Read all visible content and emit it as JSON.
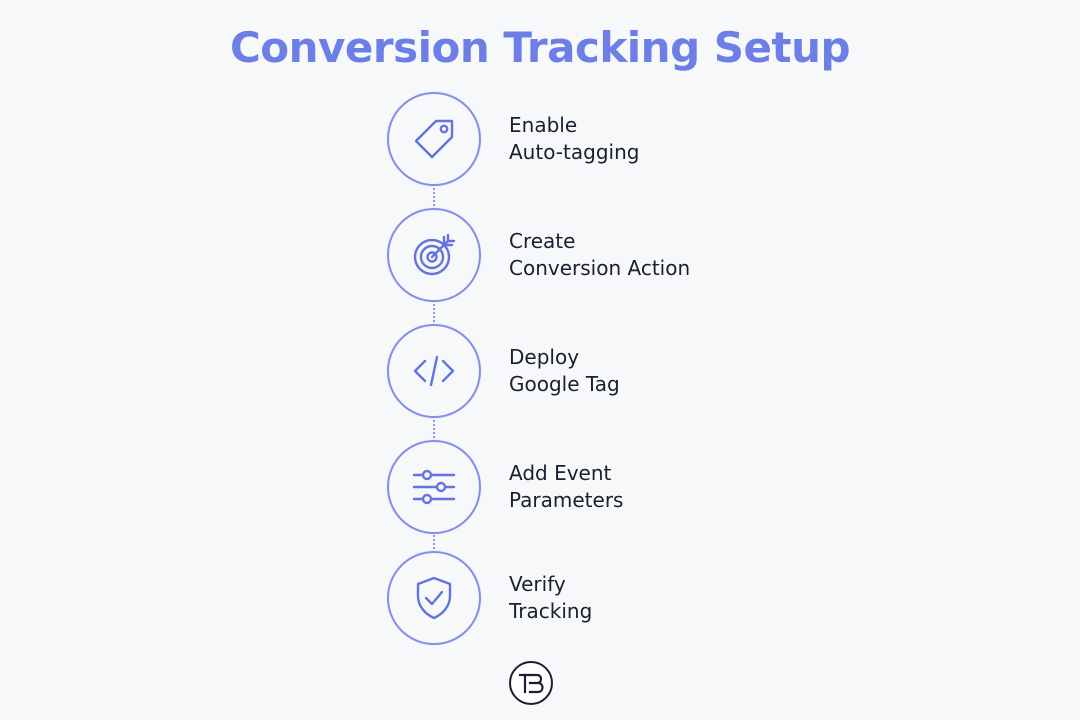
{
  "title": "Conversion Tracking Setup",
  "colors": {
    "accent": "#6373e0",
    "title": "#6d7fe6",
    "text": "#1b1f2e",
    "background": "#f7f8fa"
  },
  "steps": [
    {
      "icon": "tag-icon",
      "line1": "Enable",
      "line2": "Auto-tagging"
    },
    {
      "icon": "target-icon",
      "line1": "Create",
      "line2": "Conversion Action"
    },
    {
      "icon": "code-icon",
      "line1": "Deploy",
      "line2": "Google Tag"
    },
    {
      "icon": "sliders-icon",
      "line1": "Add Event",
      "line2": "Parameters"
    },
    {
      "icon": "shield-check-icon",
      "line1": "Verify",
      "line2": "Tracking"
    }
  ],
  "logo": {
    "icon": "tb-logo-icon",
    "text": "TB"
  }
}
